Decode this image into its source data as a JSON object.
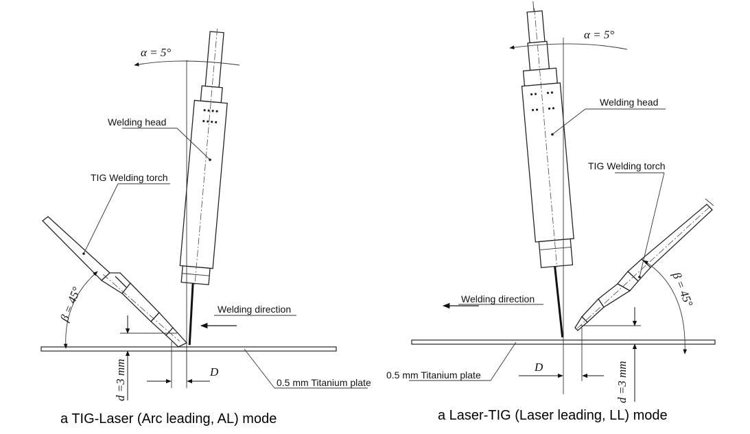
{
  "left_panel": {
    "alpha_label": "α = 5°",
    "beta_label": "β = 45°",
    "d_label": "d =3 mm",
    "D_label": "D",
    "welding_head_label": "Welding head",
    "tig_torch_label": "TIG Welding torch",
    "welding_direction_label": "Welding direction",
    "plate_label": "0.5 mm Titanium plate",
    "caption": "a TIG-Laser (Arc leading, AL) mode"
  },
  "right_panel": {
    "alpha_label": "α = 5°",
    "beta_label": "β = 45°",
    "d_label": "d =3 mm",
    "D_label": "D",
    "welding_head_label": "Welding head",
    "tig_torch_label": "TIG Welding torch",
    "welding_direction_label": "Welding direction",
    "plate_label": "0.5 mm Titanium plate",
    "caption": "a Laser-TIG (Laser leading, LL) mode"
  }
}
